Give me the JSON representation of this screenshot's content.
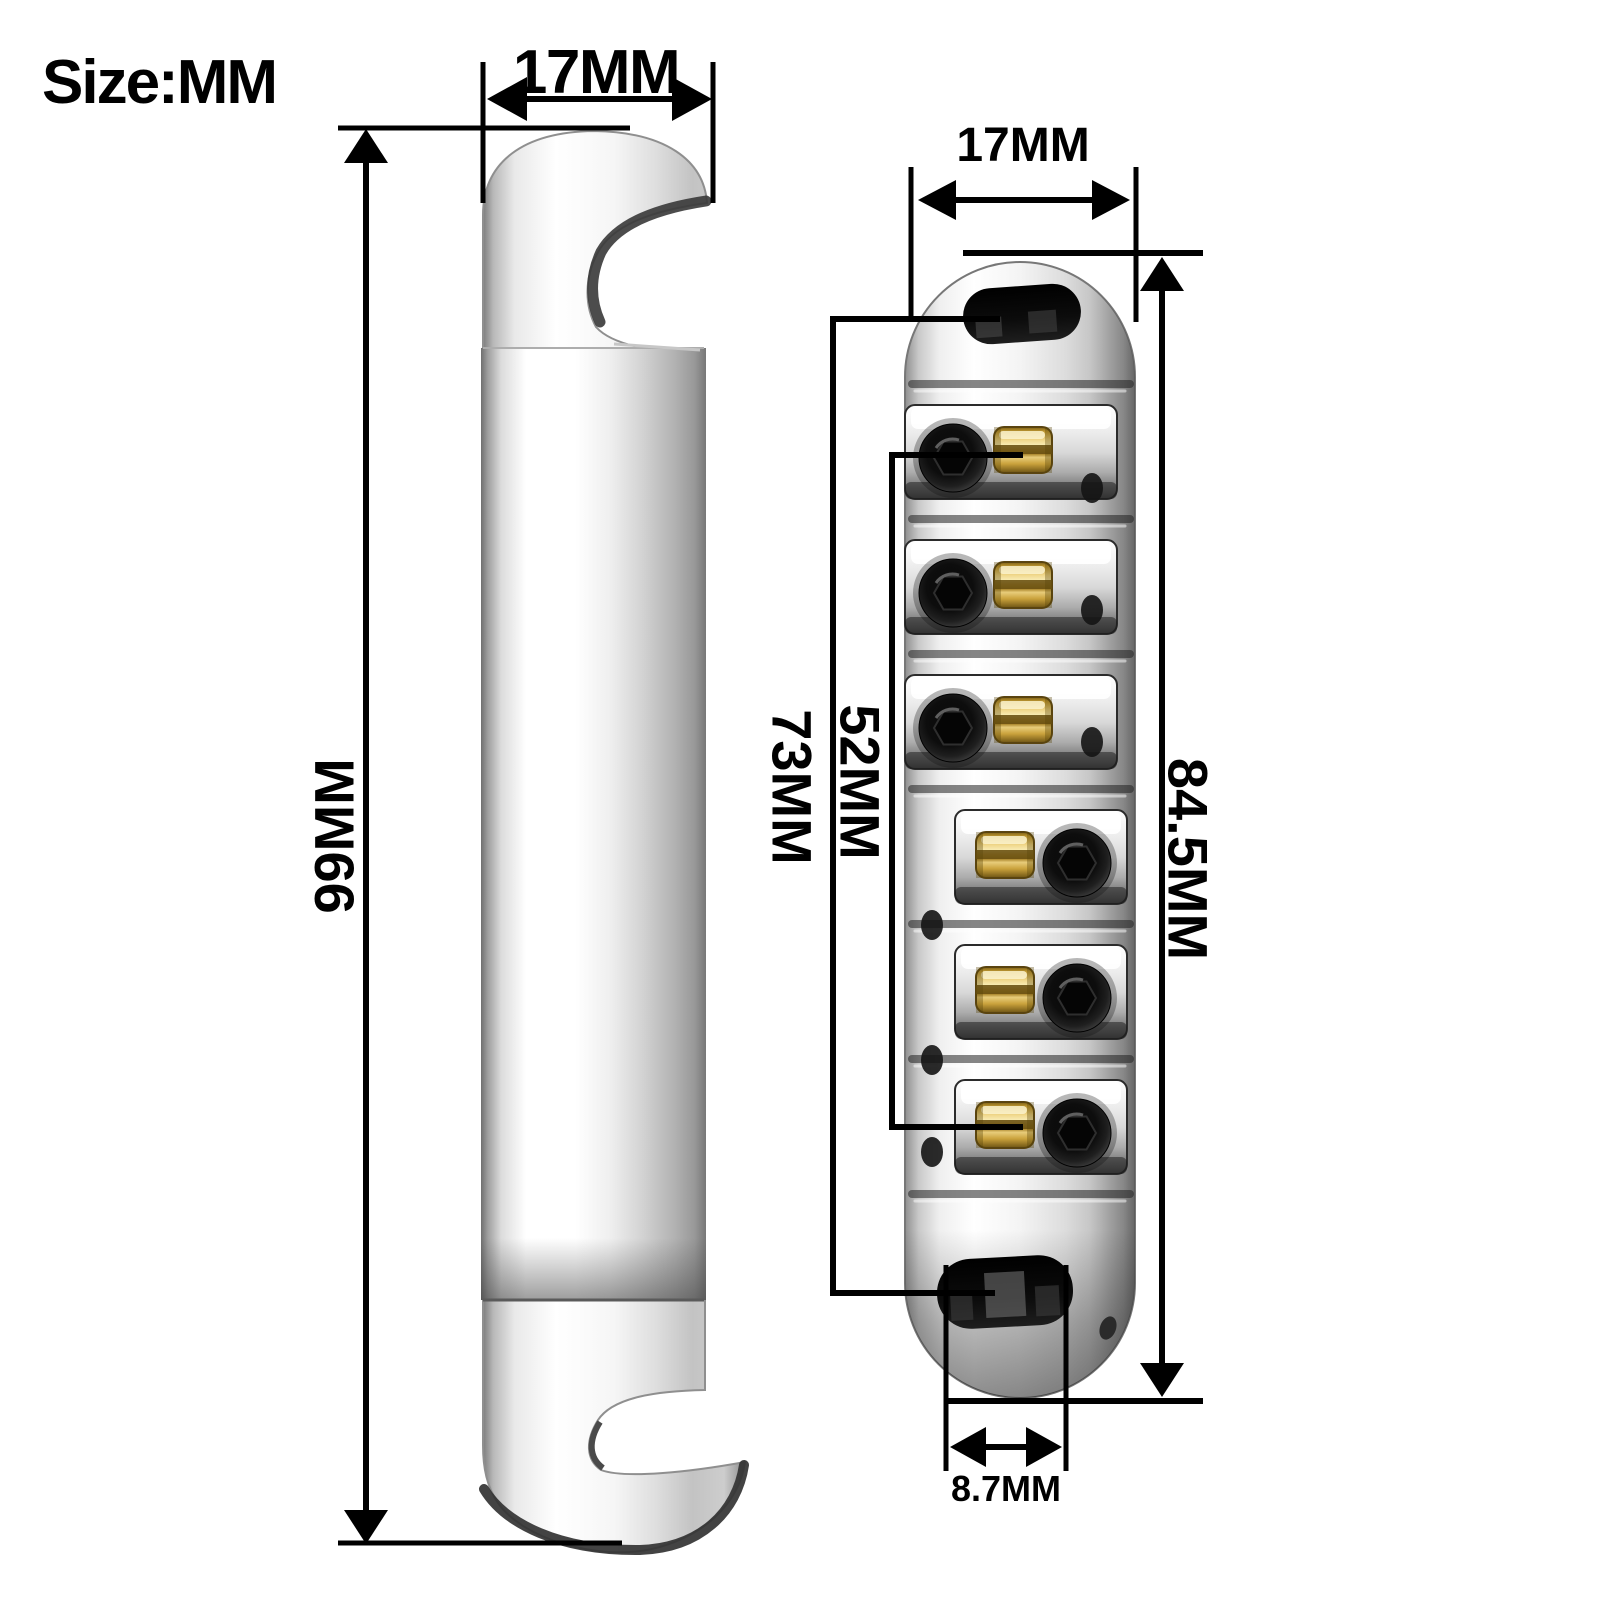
{
  "diagram": {
    "unit_note": "Size:MM",
    "tailpiece": {
      "width": "17MM",
      "height": "99MM"
    },
    "bridge": {
      "width": "17MM",
      "height": "84.5MM",
      "post_spacing": "73MM",
      "saddle_span": "52MM",
      "post_slot_width": "8.7MM"
    }
  },
  "colors": {
    "background": "#ffffff",
    "dimension_lines": "#000000",
    "chrome_highlight": "#ffffff",
    "chrome_shadow": "#8a8a8a",
    "roller_gold": "#d9b452",
    "screw_black": "#0d0d0d"
  }
}
